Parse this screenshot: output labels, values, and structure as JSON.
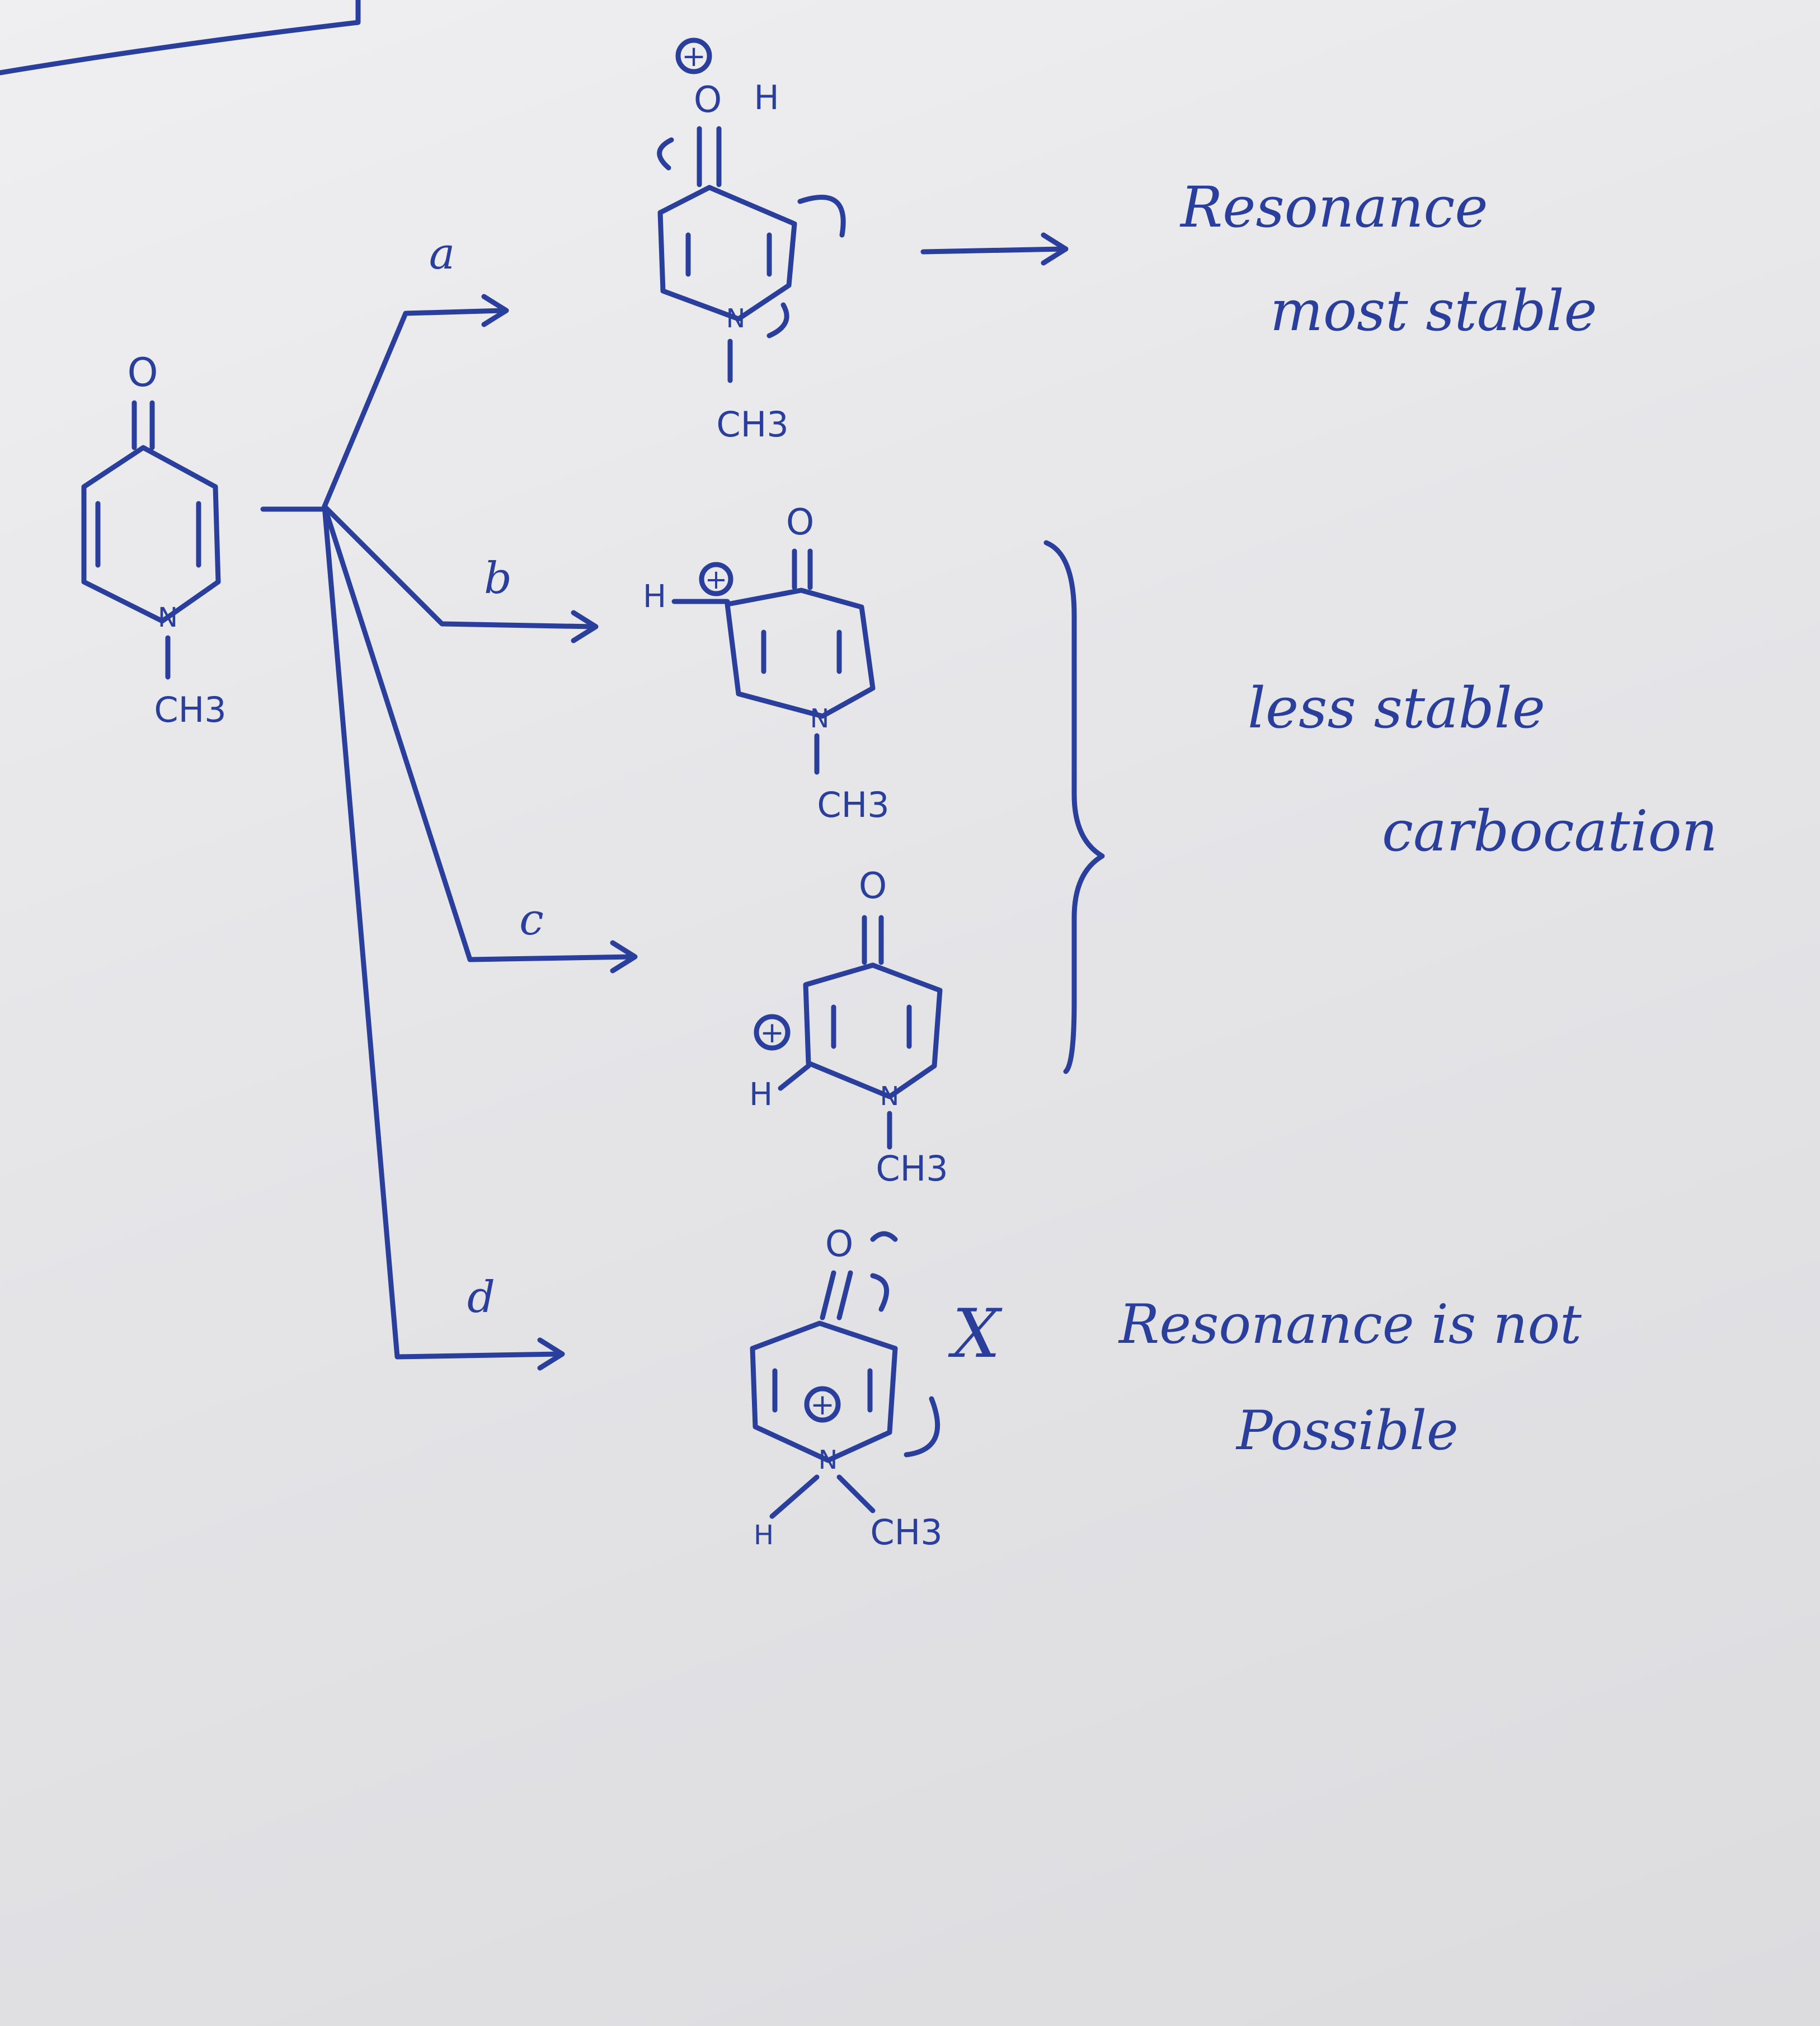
{
  "labels": {
    "pathway_a": "a",
    "pathway_b": "b",
    "pathway_c": "c",
    "pathway_d": "d"
  },
  "atoms": {
    "oxygen": "O",
    "nitrogen": "N",
    "hydrogen": "H",
    "methyl": "CH3",
    "positive_charge": "+",
    "hydroxyl_h": "H"
  },
  "notes": {
    "a_line1": "Resonance",
    "a_line2": "most stable",
    "bc_line1": "less stable",
    "bc_line2": "carbocation",
    "d_line1": "Resonance is not",
    "d_line2": "Possible",
    "d_mark": "X"
  },
  "colors": {
    "ink": "#2a3e9c",
    "paper": "#e6e6e8"
  }
}
